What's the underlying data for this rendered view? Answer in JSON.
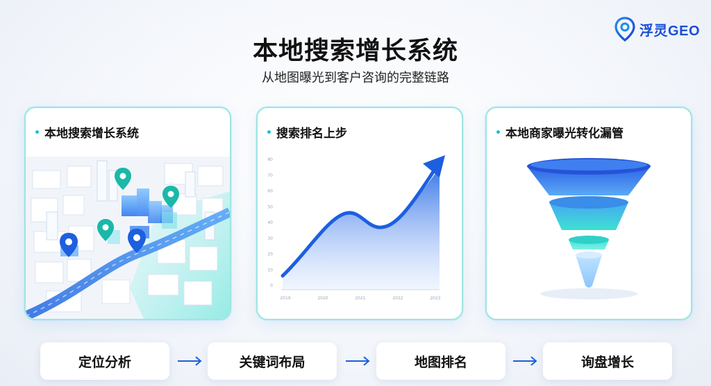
{
  "brand": {
    "name": "浮灵GEO",
    "color": "#1a4fd6"
  },
  "header": {
    "title": "本地搜索增长系统",
    "subtitle": "从地图曝光到客户咨询的完整链路"
  },
  "cards": [
    {
      "title": "本地搜索增长系统",
      "art": "isometric-city-map"
    },
    {
      "title": "搜索排名上步",
      "art": "ranking-chart"
    },
    {
      "title": "本地商家曝光转化漏管",
      "art": "conversion-funnel"
    }
  ],
  "chart_data": {
    "type": "area",
    "yticks": [
      "0",
      "10",
      "20",
      "30",
      "40",
      "50",
      "60",
      "70",
      "80"
    ],
    "xticks": [
      "2019",
      "2020",
      "2021",
      "2022",
      "2023"
    ],
    "ylim": [
      0,
      80
    ]
  },
  "steps": [
    {
      "label": "定位分析"
    },
    {
      "label": "关键词布局"
    },
    {
      "label": "地图排名"
    },
    {
      "label": "询盘增长"
    }
  ],
  "colors": {
    "accent": "#1a5fe0",
    "teal": "#19c2d6",
    "card_border": "#9fe6e1"
  }
}
